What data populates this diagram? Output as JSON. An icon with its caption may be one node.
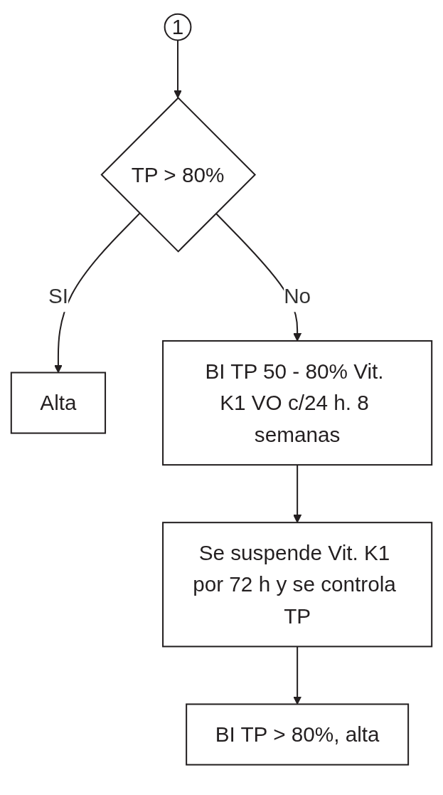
{
  "diagram": {
    "nodes": [
      {
        "text": [
          "1"
        ]
      },
      {
        "text": [
          "TP > 80%"
        ]
      },
      {
        "text": [
          "Alta"
        ]
      },
      {
        "text": [
          "BI TP 50 - 80% Vit. K1 VO c/24 h. 8 semanas"
        ]
      },
      {
        "text": [
          "Se suspende Vit. K1 por 72 h y se controla TP"
        ]
      },
      {
        "text": [
          "BI TP > 80%, alta"
        ]
      }
    ],
    "edges": [
      {
        "from": 0,
        "to": 1,
        "arrow": "to"
      },
      {
        "from": 1,
        "to": 2,
        "arrow": "to",
        "label": "SI"
      },
      {
        "from": 1,
        "to": 3,
        "arrow": "to",
        "label": "No"
      },
      {
        "from": 3,
        "to": 4,
        "arrow": "to"
      },
      {
        "from": 4,
        "to": 5,
        "arrow": "to"
      }
    ]
  }
}
